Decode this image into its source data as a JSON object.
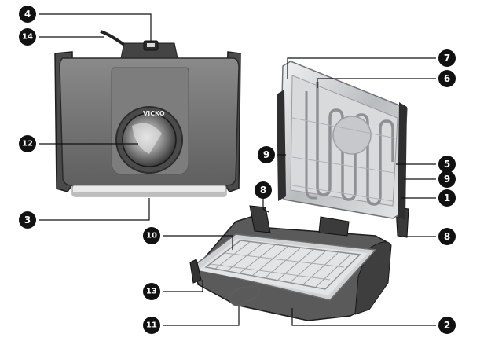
{
  "brand": "VICKO",
  "callouts": [
    {
      "id": "c4",
      "label": "4"
    },
    {
      "id": "c14",
      "label": "14"
    },
    {
      "id": "c12",
      "label": "12"
    },
    {
      "id": "c3",
      "label": "3"
    },
    {
      "id": "c7",
      "label": "7"
    },
    {
      "id": "c6",
      "label": "6"
    },
    {
      "id": "c9a",
      "label": "9"
    },
    {
      "id": "c5",
      "label": "5"
    },
    {
      "id": "c9b",
      "label": "9"
    },
    {
      "id": "c8a",
      "label": "8"
    },
    {
      "id": "c1",
      "label": "1"
    },
    {
      "id": "c8b",
      "label": "8"
    },
    {
      "id": "c10",
      "label": "10"
    },
    {
      "id": "c13",
      "label": "13"
    },
    {
      "id": "c11",
      "label": "11"
    },
    {
      "id": "c2",
      "label": "2"
    }
  ],
  "colors": {
    "body": "#747474",
    "body_dark": "#3a3a3a",
    "steel": "#c9cbcd",
    "callout": "#111111"
  }
}
